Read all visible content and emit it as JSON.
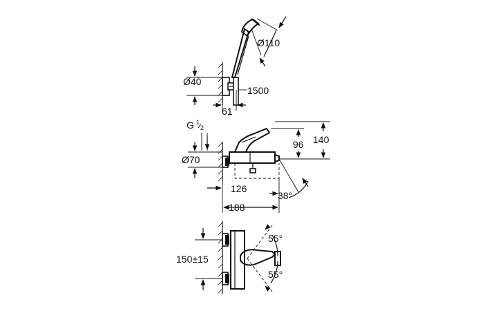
{
  "dimensions": {
    "head_diameter": "Ø110",
    "holder_diameter": "Ø40",
    "hose_length": "1500",
    "holder_projection": "61",
    "thread_size_main": "G",
    "thread_size_sup": "1",
    "thread_size_sub": "2",
    "escutcheon_diameter": "Ø70",
    "spout_height": "96",
    "total_height": "140",
    "outlet_offset": "126",
    "total_projection": "188",
    "spout_angle": "38°",
    "centre_distance": "150±15",
    "lever_angle_up": "55°",
    "lever_angle_down": "55°"
  }
}
